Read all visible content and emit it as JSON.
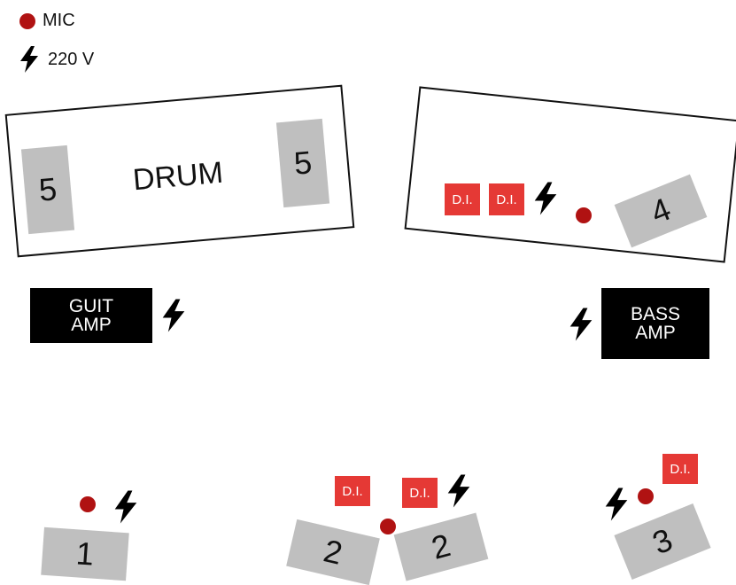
{
  "legend": {
    "mic_label": "MIC",
    "power_label": "220 V"
  },
  "drum": {
    "label": "DRUM",
    "wedge_left": "5",
    "wedge_right": "5"
  },
  "keys_riser": {
    "di_1": "D.I.",
    "di_2": "D.I.",
    "wedge": "4"
  },
  "guitar_amp": {
    "line1": "GUIT",
    "line2": "AMP"
  },
  "bass_amp": {
    "line1": "BASS",
    "line2": "AMP"
  },
  "front": {
    "wedge_1": "1",
    "wedge_2a": "2",
    "wedge_2b": "2",
    "wedge_3": "3",
    "di_left": "D.I.",
    "di_center": "D.I.",
    "di_right": "D.I."
  },
  "colors": {
    "mic": "#b01212",
    "di": "#e53935",
    "wedge": "#bfbfbf",
    "amp": "#000000"
  }
}
